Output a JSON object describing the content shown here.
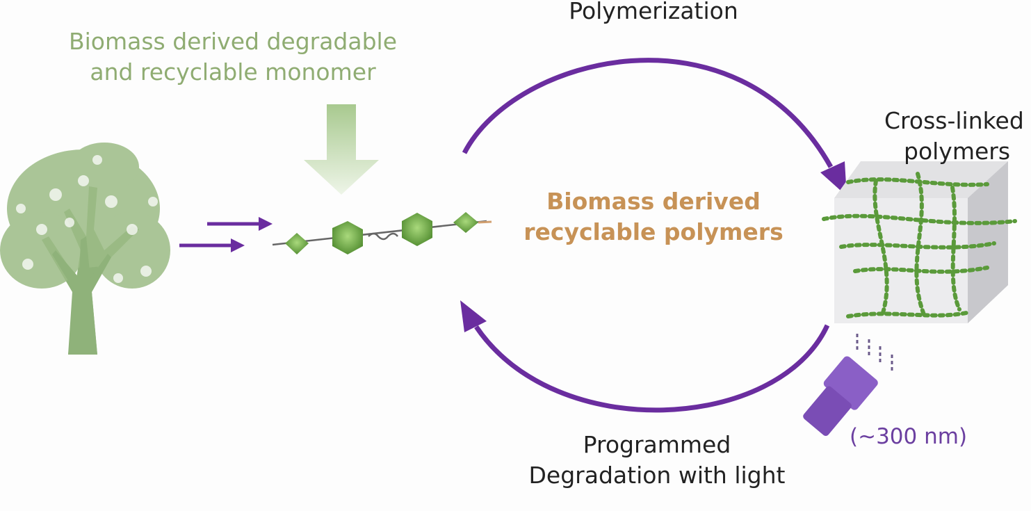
{
  "labels": {
    "monomer_line1": "Biomass derived degradable",
    "monomer_line2": "and recyclable monomer",
    "polymerization": "Polymerization",
    "center_line1": "Biomass derived",
    "center_line2": "recyclable polymers",
    "crosslinked_line1": "Cross-linked",
    "crosslinked_line2": "polymers",
    "degradation_line1": "Programmed",
    "degradation_line2": "Degradation with light",
    "wavelength": "(~300 nm)"
  },
  "colors": {
    "arrow_purple": "#6a2d9f",
    "monomer_green": "#7fb25a",
    "tree_green": "#8fb27a",
    "center_text_orange": "#c79256",
    "label_green": "#8fac72"
  }
}
